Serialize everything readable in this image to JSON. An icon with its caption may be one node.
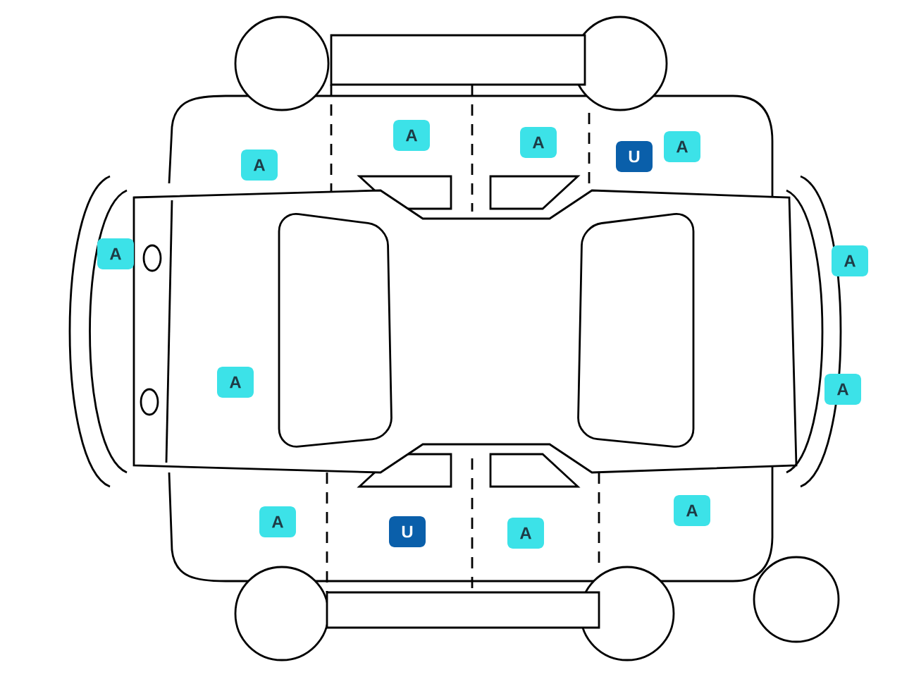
{
  "diagram": {
    "labels": [
      "A",
      "A",
      "A",
      "U",
      "A",
      "A",
      "A",
      "A",
      "A",
      "A",
      "U",
      "A",
      "A"
    ]
  }
}
